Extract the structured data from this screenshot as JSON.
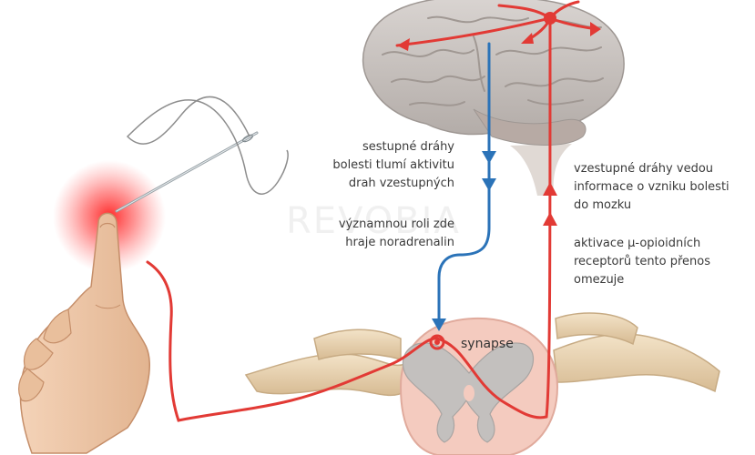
{
  "labels": {
    "descending": [
      "sestupné dráhy",
      "bolesti tlumí aktivitu",
      "drah vzestupných"
    ],
    "noradrenalin": [
      "významnou roli zde",
      "hraje noradrenalin"
    ],
    "ascending": [
      "vzestupné dráhy vedou",
      "informace o vzniku bolesti",
      "do mozku"
    ],
    "opioid": [
      "aktivace µ-opioidních",
      "receptorů tento přenos",
      "omezuje"
    ],
    "synapse": "synapse"
  },
  "watermark": "REVOBIA",
  "colors": {
    "ascending_path": "#e23a35",
    "descending_path": "#2b73b8",
    "pain_glow": "#ff2a2a",
    "brain": "#c9c4c1",
    "spinal_cord": "#f2c7bd",
    "gray_matter": "#bcbcbc",
    "vertebra": "#e8d2b4",
    "text": "#3a3a3a"
  },
  "icons": [
    "brain-illustration",
    "hand-illustration",
    "needle-illustration",
    "spinal-cord-illustration"
  ]
}
